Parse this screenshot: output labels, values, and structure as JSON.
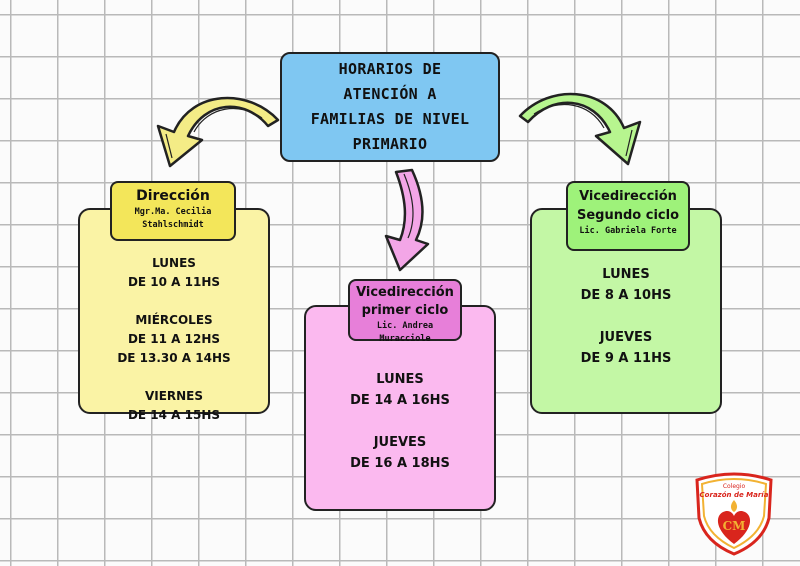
{
  "title": {
    "lines": [
      "HORARIOS DE",
      "ATENCIÓN A",
      "FAMILIAS DE NIVEL",
      "PRIMARIO"
    ]
  },
  "direccion": {
    "heading": "Dirección",
    "person_line1": "Mgr.Ma. Cecilia",
    "person_line2": "Stahlschmidt",
    "schedule": [
      [
        "LUNES",
        "DE 10 A 11HS"
      ],
      [
        "MIÉRCOLES",
        "DE 11 A 12HS",
        "DE 13.30 A 14HS"
      ],
      [
        "VIERNES",
        "DE 14 A 15HS"
      ]
    ]
  },
  "vice_primer": {
    "heading_line1": "Vicedirección",
    "heading_line2": "primer ciclo",
    "person": "Lic. Andrea Muracciole",
    "schedule": [
      [
        "LUNES",
        "DE 14 A 16HS"
      ],
      [
        "JUEVES",
        "DE 16 A 18HS"
      ]
    ]
  },
  "vice_segundo": {
    "heading_line1": "Vicedirección",
    "heading_line2": "Segundo ciclo",
    "person": "Lic. Gabriela Forte",
    "schedule": [
      [
        "LUNES",
        "DE 8 A 10HS"
      ],
      [
        "JUEVES",
        "DE 9 A 11HS"
      ]
    ]
  },
  "logo": {
    "line1": "Colegio",
    "line2": "Corazón de María",
    "monogram": "CM"
  },
  "colors": {
    "title_bg": "#7fc7f2",
    "yellow": "#faf3a5",
    "pink": "#fbb9ef",
    "green": "#c3f7a5",
    "logo_red": "#d9251d",
    "logo_gold": "#f2b233"
  }
}
